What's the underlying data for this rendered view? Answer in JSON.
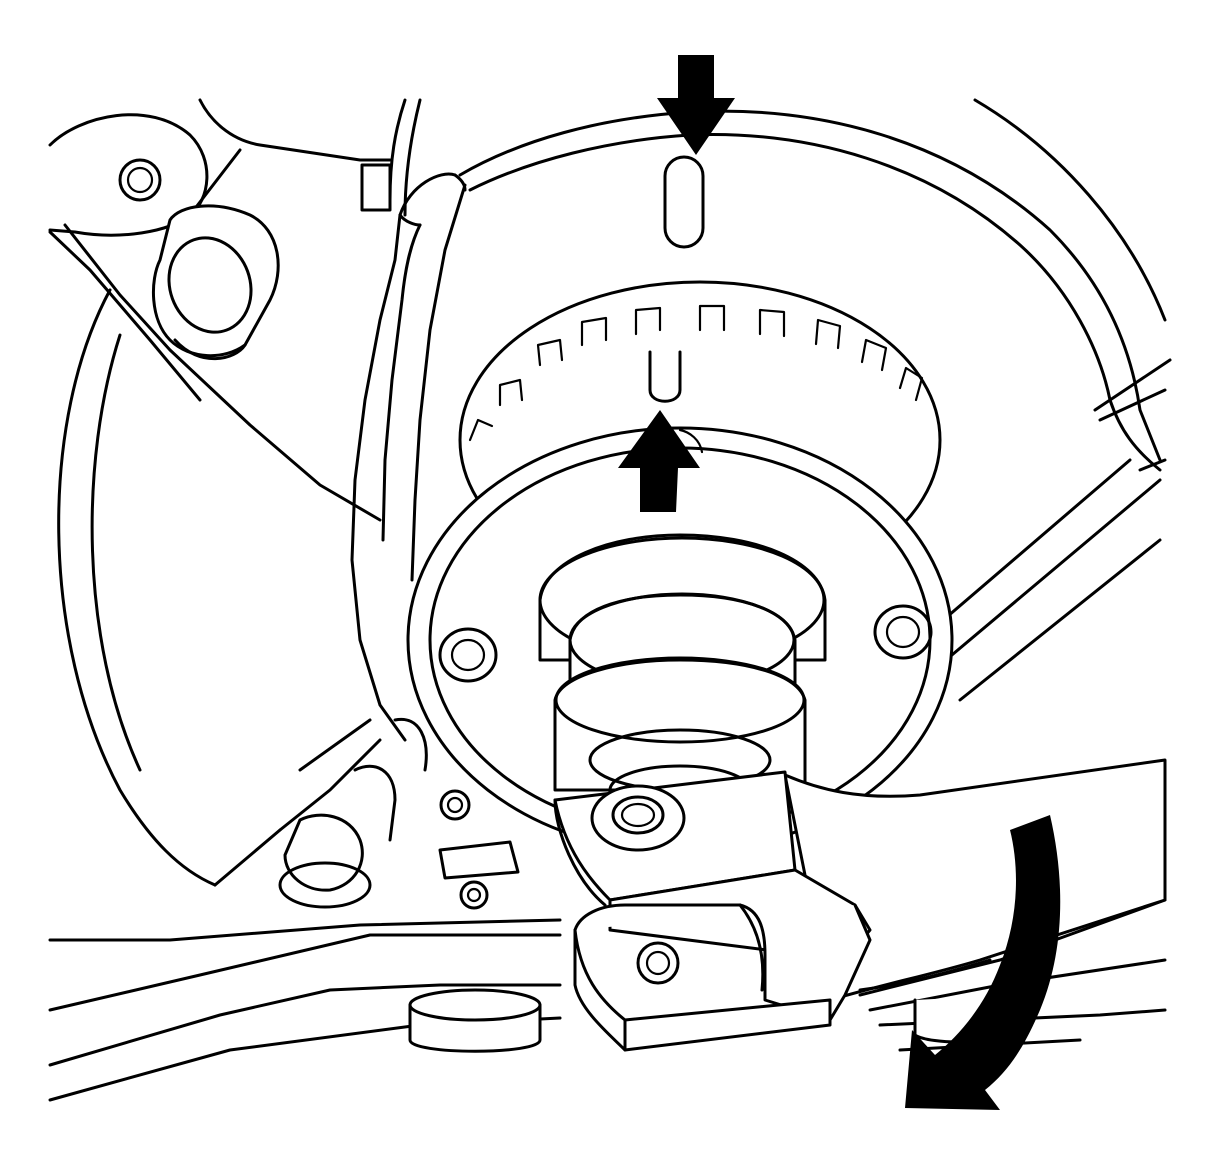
{
  "illustration": {
    "subject": "",
    "line_color": "#000000",
    "background_color": "#ffffff",
    "indicators": [
      {
        "id": "timing-arrow-cover-mark",
        "icon": "arrow-down-icon",
        "direction": "down"
      },
      {
        "id": "timing-arrow-sprocket-mark",
        "icon": "arrow-up-icon",
        "direction": "up"
      },
      {
        "id": "rotation-arrow",
        "icon": "curved-arrow-clockwise-icon",
        "direction": "clockwise"
      }
    ]
  }
}
